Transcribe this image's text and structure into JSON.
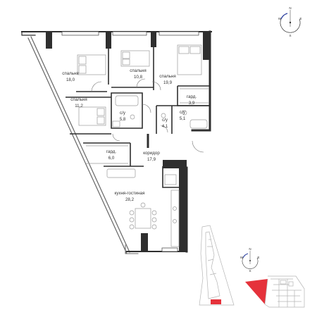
{
  "colors": {
    "wall": "#2f2f2f",
    "wall_thin": "#555555",
    "accent": "#e5323b",
    "furniture": "#9a9a9a",
    "site_outline": "#b5b5b5"
  },
  "rooms": [
    {
      "name": "спальня",
      "area": "18,0"
    },
    {
      "name": "спальня",
      "area": "10,8"
    },
    {
      "name": "спальня",
      "area": "19,9"
    },
    {
      "name": "спальня",
      "area": "11,2"
    },
    {
      "name": "с/у",
      "area": "5,8"
    },
    {
      "name": "гард.",
      "area": "3,9"
    },
    {
      "name": "с/у",
      "area": "4,1"
    },
    {
      "name": "с/у",
      "area": "5,1"
    },
    {
      "name": "гард.",
      "area": "6,0"
    },
    {
      "name": "коридор",
      "area": "17,9"
    },
    {
      "name": "кухня-гостиная",
      "area": "28,2"
    }
  ],
  "compass_top": {
    "north": "N",
    "west": "W",
    "east": "E",
    "south": "S"
  },
  "compass_bottom": {
    "north": "N",
    "west": "W",
    "east": "E",
    "south": "S"
  },
  "icons": [
    "compass-icon",
    "compass-icon",
    "site-plan-map",
    "building-key-plan"
  ]
}
